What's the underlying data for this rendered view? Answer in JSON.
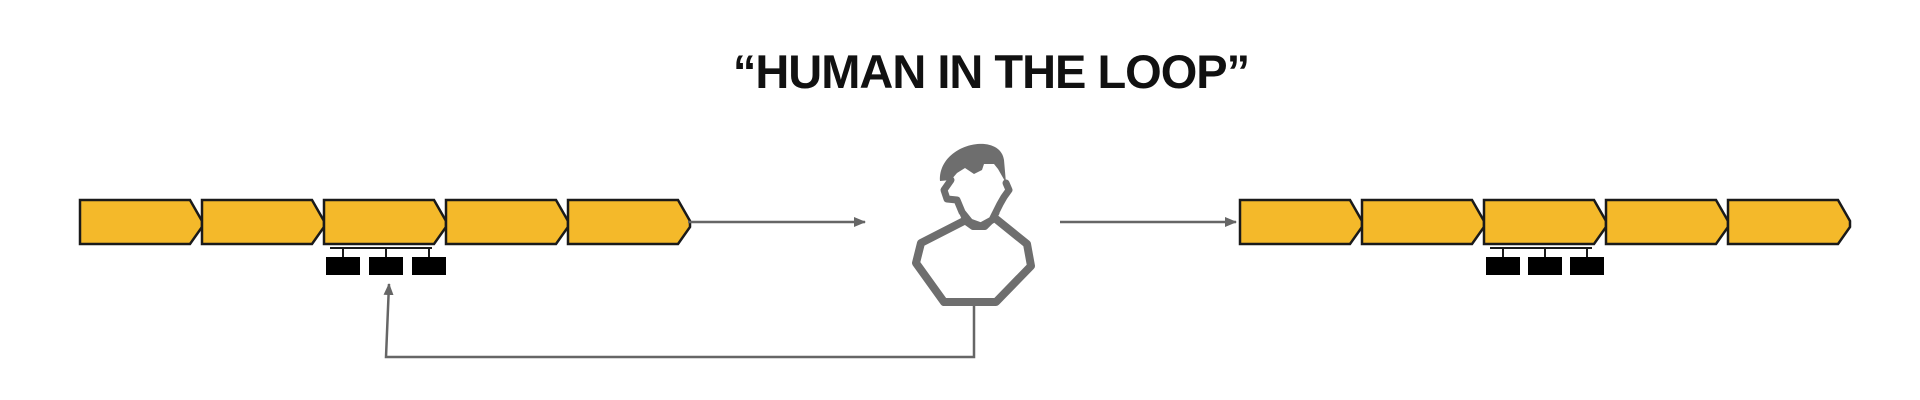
{
  "diagram": {
    "title": "“HUMAN IN THE LOOP”",
    "colors": {
      "segment_fill": "#F4B92A",
      "segment_stroke": "#1a1a1a",
      "marker": "#000000",
      "arrow": "#666666",
      "person": "#6e6e6e"
    },
    "icons": {
      "person": "person-icon"
    },
    "pipelines": [
      {
        "name": "input-pipeline",
        "segment_count": 5,
        "marker_count": 3
      },
      {
        "name": "output-pipeline",
        "segment_count": 5,
        "marker_count": 3
      }
    ]
  }
}
